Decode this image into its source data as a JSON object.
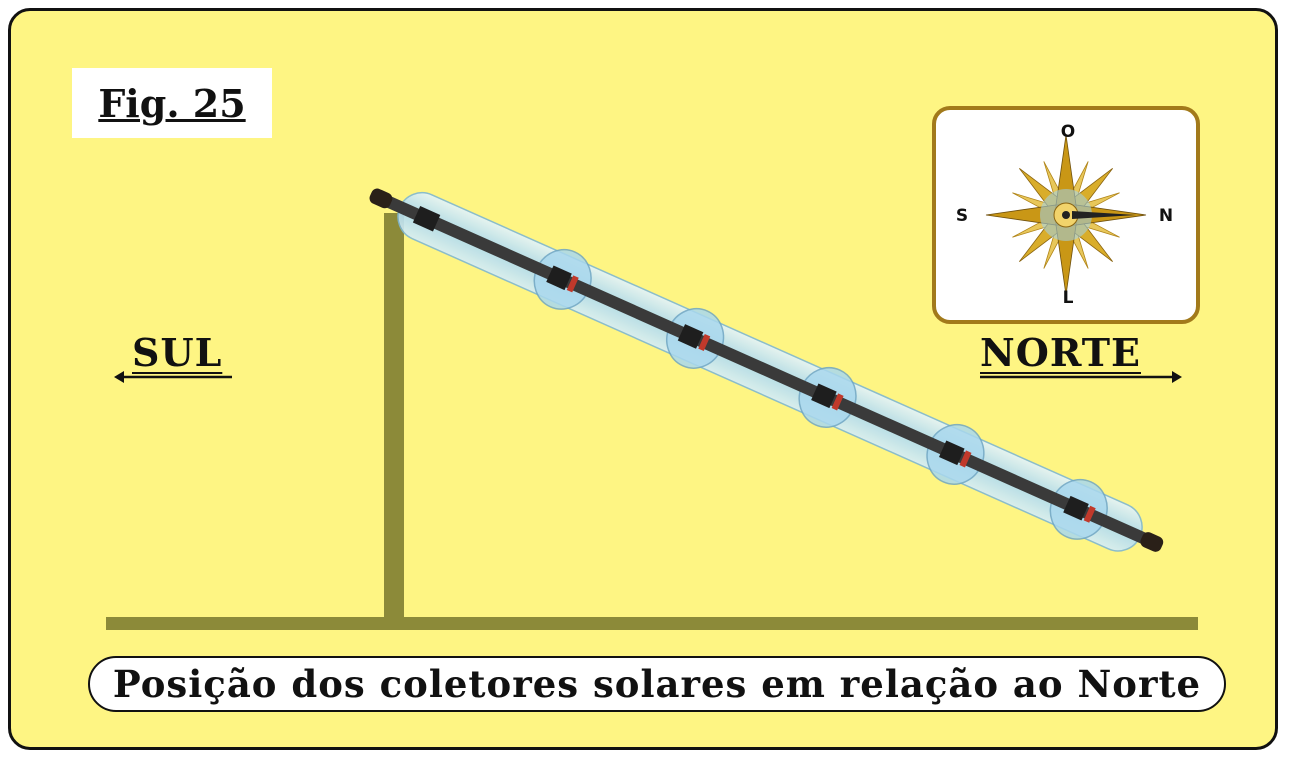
{
  "figure": {
    "label": "Fig. 25",
    "caption": "Posição dos coletores solares em relação ao Norte"
  },
  "directions": {
    "south": "SUL",
    "north": "NORTE"
  },
  "compass": {
    "top": "O",
    "bottom": "L",
    "left": "S",
    "right": "N"
  },
  "colors": {
    "background": "#fef583",
    "post": "#8c8a39",
    "collector_glass": "#bfe3f2",
    "collector_pipe": "#3a3a3a",
    "compass_frame": "#a27a1b",
    "compass_star": "#d9ad2a"
  },
  "icons": {
    "south_arrow": "arrow-left-icon",
    "north_arrow": "arrow-right-icon",
    "compass": "compass-rose-icon"
  }
}
